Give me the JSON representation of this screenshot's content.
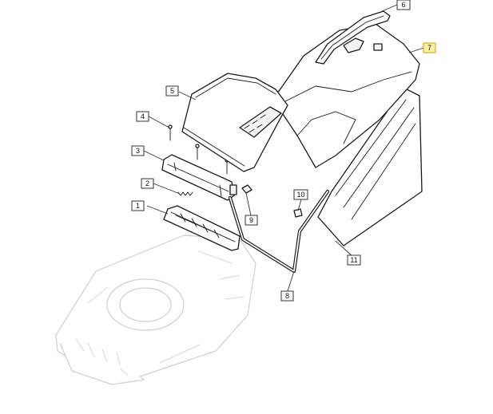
{
  "callouts": [
    {
      "id": "c1",
      "label": "1",
      "highlight": false
    },
    {
      "id": "c2",
      "label": "2",
      "highlight": false
    },
    {
      "id": "c3",
      "label": "3",
      "highlight": false
    },
    {
      "id": "c4",
      "label": "4",
      "highlight": false
    },
    {
      "id": "c5",
      "label": "5",
      "highlight": false
    },
    {
      "id": "c6",
      "label": "6",
      "highlight": false
    },
    {
      "id": "c7",
      "label": "7",
      "highlight": true
    },
    {
      "id": "c8",
      "label": "8",
      "highlight": false
    },
    {
      "id": "c9",
      "label": "9",
      "highlight": false
    },
    {
      "id": "c10",
      "label": "10",
      "highlight": false
    },
    {
      "id": "c11",
      "label": "11",
      "highlight": false
    }
  ],
  "colors": {
    "highlight": "#fff0a8",
    "line": "#1a1a1a",
    "ghost": "#cfcfcf"
  }
}
